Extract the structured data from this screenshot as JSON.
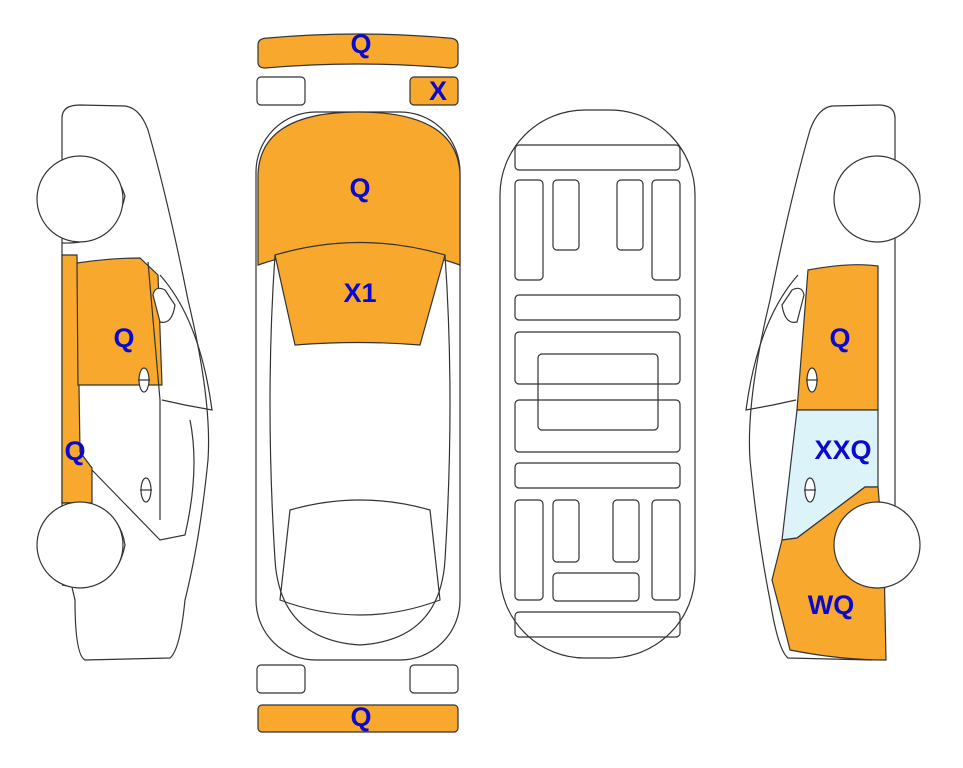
{
  "colors": {
    "damage": "#F9A82E",
    "glass_damage": "#DDF3FA",
    "label": "#0A0ACC",
    "outline": "#333333"
  },
  "left_side": {
    "upper_door": {
      "label": "Q",
      "color": "#F9A82E"
    },
    "sill": {
      "label": "Q",
      "color": "#F9A82E"
    }
  },
  "top_view": {
    "front_bumper": {
      "label": "Q",
      "color": "#F9A82E"
    },
    "right_headlight": {
      "label": "X",
      "color": "#F9A82E"
    },
    "hood": {
      "label": "Q",
      "color": "#F9A82E"
    },
    "windshield": {
      "label": "X1",
      "color": "#F9A82E"
    },
    "rear_bumper": {
      "label": "Q",
      "color": "#F9A82E"
    }
  },
  "right_side": {
    "front_door": {
      "label": "Q",
      "color": "#F9A82E"
    },
    "rear_door": {
      "label": "XXQ",
      "color": "#DDF3FA"
    },
    "rear_fender": {
      "label": "WQ",
      "color": "#F9A82E"
    }
  }
}
